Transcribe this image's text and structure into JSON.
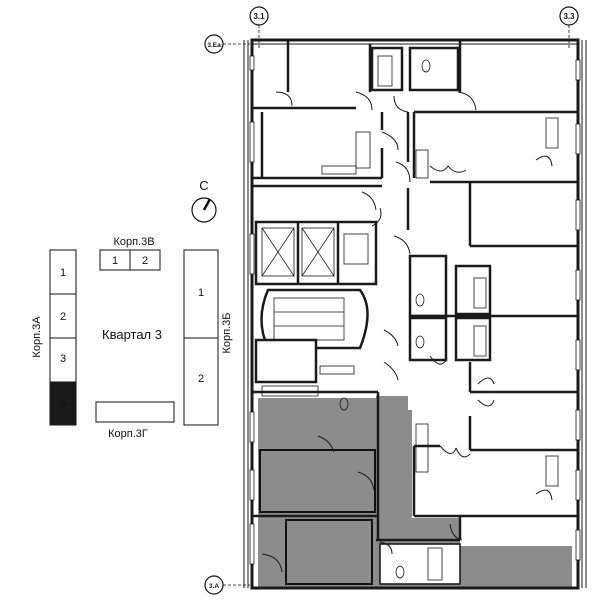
{
  "axes": {
    "top_left": "3.1",
    "top_right": "3.3",
    "left_upper": "3.Ea",
    "left_lower": "3.A"
  },
  "compass": {
    "letter": "C"
  },
  "key_plan": {
    "korp_3a": {
      "label": "Корп.3А",
      "sections": [
        "1",
        "2",
        "3",
        "4"
      ],
      "highlighted": "4"
    },
    "korp_3v": {
      "label": "Корп.3В",
      "sections": [
        "1",
        "2"
      ]
    },
    "korp_3b": {
      "label": "Корп.3Б",
      "sections": [
        "1",
        "2"
      ]
    },
    "korp_3g": {
      "label": "Корп.3Г"
    },
    "block": {
      "label": "Квартал 3"
    }
  },
  "colors": {
    "highlight": "#8c8c8c",
    "wall": "#1a1a1a",
    "key_fill": "#1a1a1a"
  }
}
